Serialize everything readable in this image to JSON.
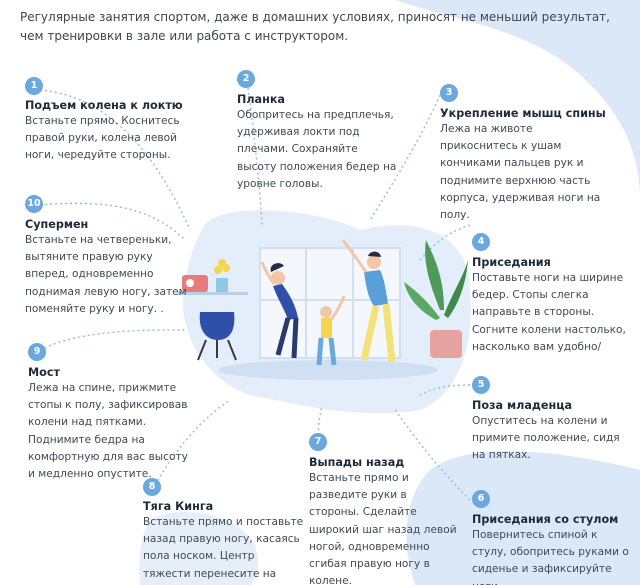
{
  "intro": "Регулярные занятия спортом, даже в домашних условиях, приносят не меньший результат, чем тренировки в зале или работа с инструктором.",
  "colors": {
    "accent": "#6aa8dd",
    "blob": "#dbe8f8",
    "dots": "#8fbde6"
  },
  "exercises": [
    {
      "num": "1",
      "title": "Подъем колена к локтю",
      "desc": "Встаньте прямо. Коснитесь правой руки, колена левой ноги, чередуйте стороны."
    },
    {
      "num": "2",
      "title": "Планка",
      "desc": "Обопритесь на предплечья, удерживая локти под плечами. Сохраняйте высоту положения бедер на уровне головы."
    },
    {
      "num": "3",
      "title": "Укрепление мышц спины",
      "desc": "Лежа на животе прикоснитесь к ушам кончиками пальцев рук и поднимите верхнюю часть корпуса, удерживая ноги на полу."
    },
    {
      "num": "4",
      "title": "Приседания",
      "desc": "Поставьте ноги на ширине бедер. Стопы слегка направьте в стороны. Согните колени настолько, насколько вам удобно/"
    },
    {
      "num": "5",
      "title": "Поза младенца",
      "desc": "Опуститесь на колени и примите положение, сидя на пятках."
    },
    {
      "num": "6",
      "title": "Приседания со стулом",
      "desc": "Повернитесь спиной к стулу, обопритесь руками о сиденье и зафиксируйте ноги"
    },
    {
      "num": "7",
      "title": "Выпады назад",
      "desc": "Встаньте прямо и разведите руки в стороны. Сделайте широкий шаг назад левой ногой, одновременно сгибая правую ногу в колене."
    },
    {
      "num": "8",
      "title": "Тяга Кинга",
      "desc": "Встаньте прямо и поставьте назад правую ногу, касаясь пола носком. Центр тяжести перенесите на левую ногу."
    },
    {
      "num": "9",
      "title": "Мост",
      "desc": "Лежа на спине, прижмите стопы к полу, зафиксировав колени над пятками. Поднимите бедра на комфортную для вас высоту и медленно опустите."
    },
    {
      "num": "10",
      "title": "Супермен",
      "desc": "Встаньте на четвереньки, вытяните правую руку вперед, одновременно поднимая левую ногу, затем поменяйте руку и ногу. ."
    }
  ]
}
